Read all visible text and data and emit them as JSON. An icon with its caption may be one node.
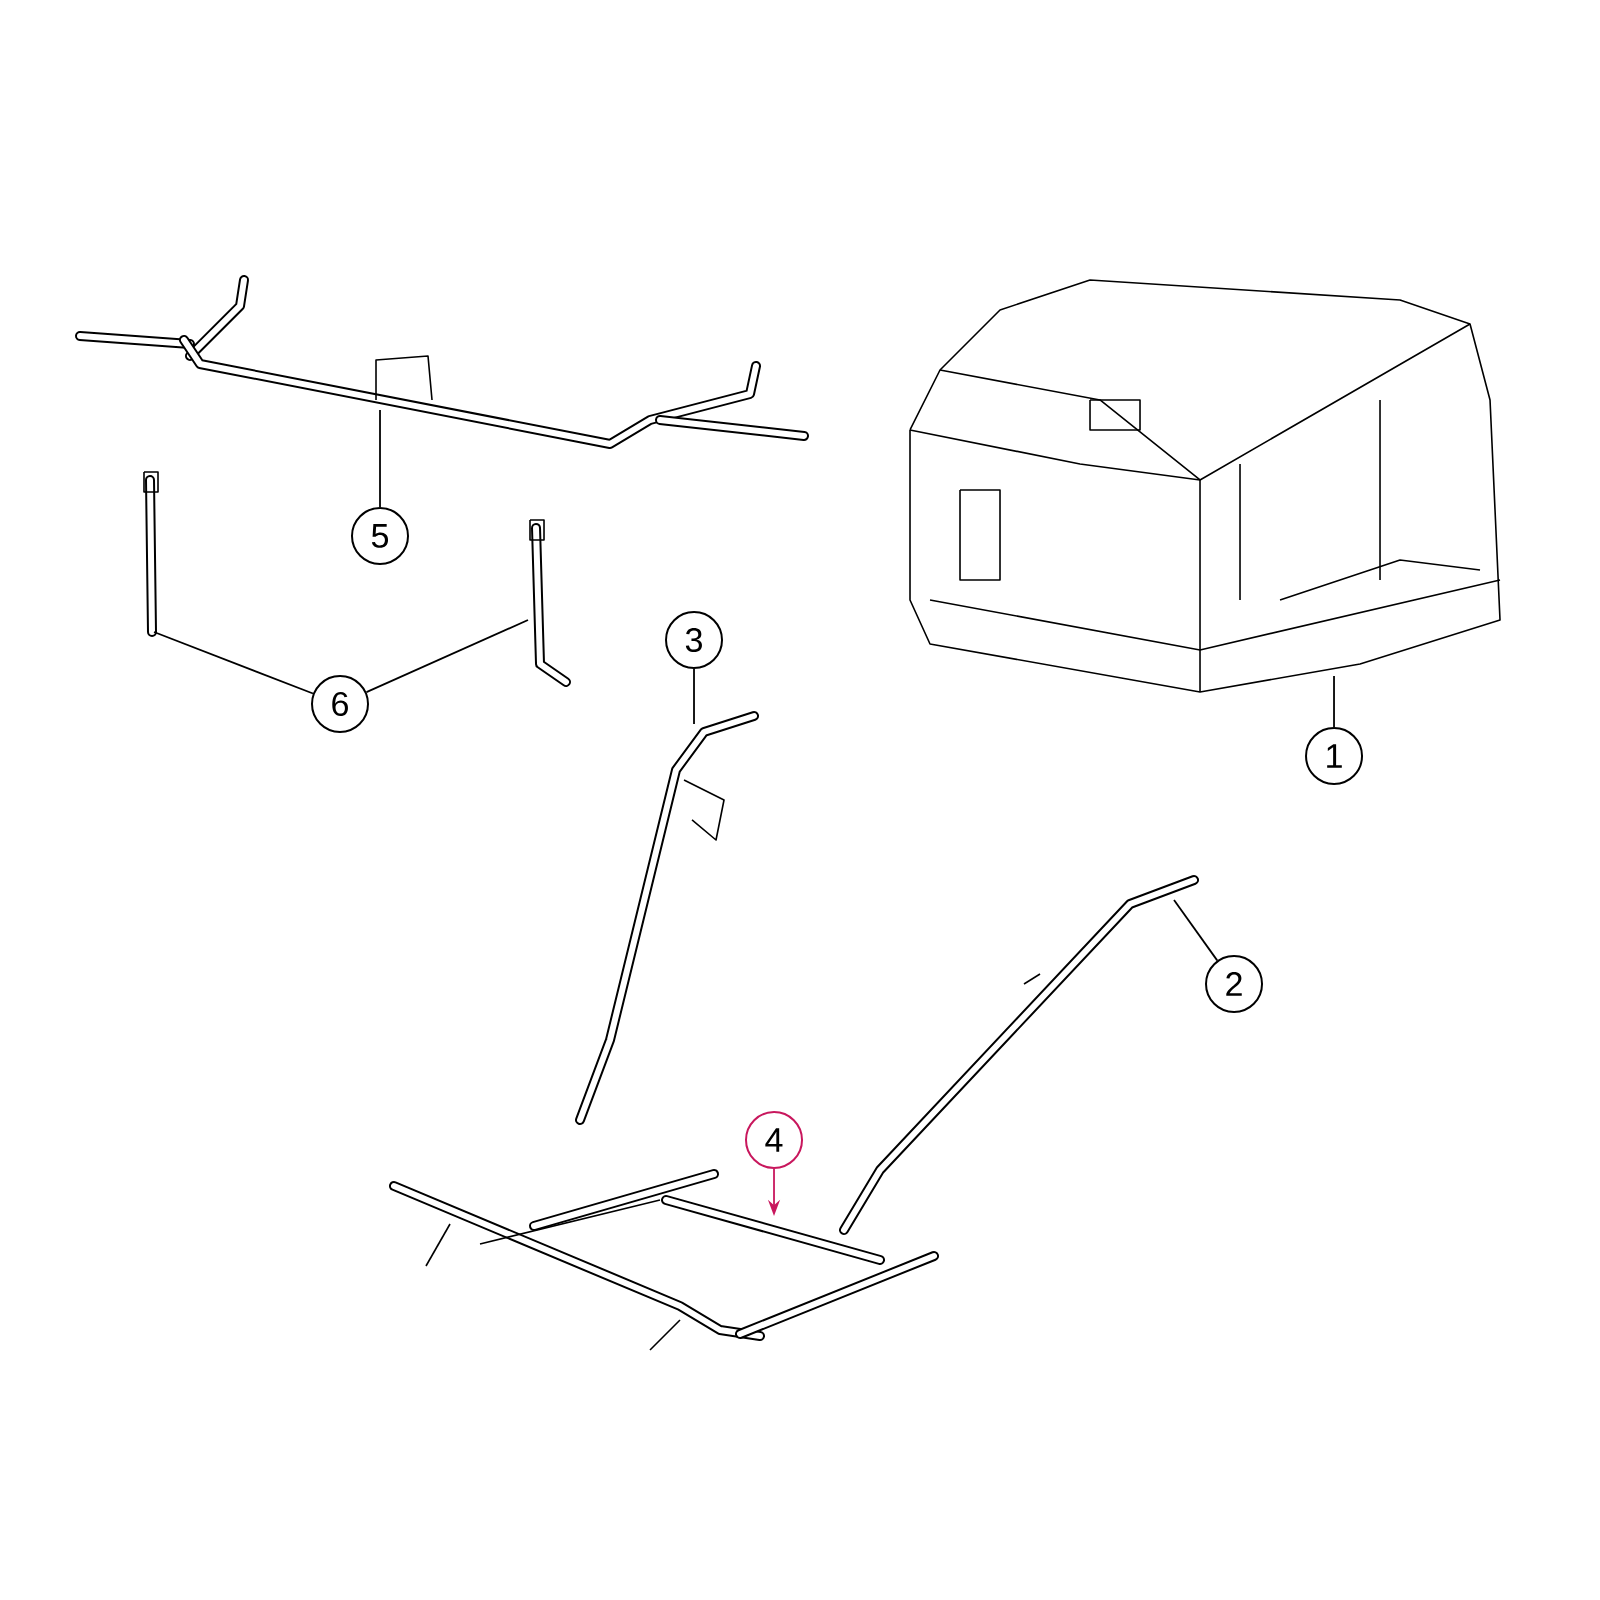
{
  "diagram": {
    "nodes": [
      {
        "text": [],
        "shape": "picture"
      },
      {
        "text": [
          "5"
        ]
      },
      {
        "text": [],
        "shape": "picture"
      },
      {
        "text": [],
        "shape": "picture"
      },
      {
        "text": [
          "6"
        ]
      },
      {
        "text": [],
        "shape": "picture"
      },
      {
        "text": [
          "1"
        ]
      },
      {
        "text": [
          "3"
        ]
      },
      {
        "text": [],
        "shape": "picture"
      },
      {
        "text": [],
        "shape": "picture"
      },
      {
        "text": [
          "2"
        ]
      },
      {
        "text": [
          "4"
        ]
      },
      {
        "text": [],
        "shape": "picture"
      }
    ],
    "edges": [
      {
        "from": 1,
        "to": 0,
        "arrow": "none"
      },
      {
        "from": 4,
        "to": 2,
        "arrow": "none"
      },
      {
        "from": 4,
        "to": 3,
        "arrow": "none"
      },
      {
        "from": 6,
        "to": 5,
        "arrow": "none"
      },
      {
        "from": 7,
        "to": 8,
        "arrow": "none"
      },
      {
        "from": 10,
        "to": 9,
        "arrow": "none"
      },
      {
        "from": 11,
        "to": 12,
        "arrow": "to",
        "color": "#c8175d"
      }
    ]
  }
}
